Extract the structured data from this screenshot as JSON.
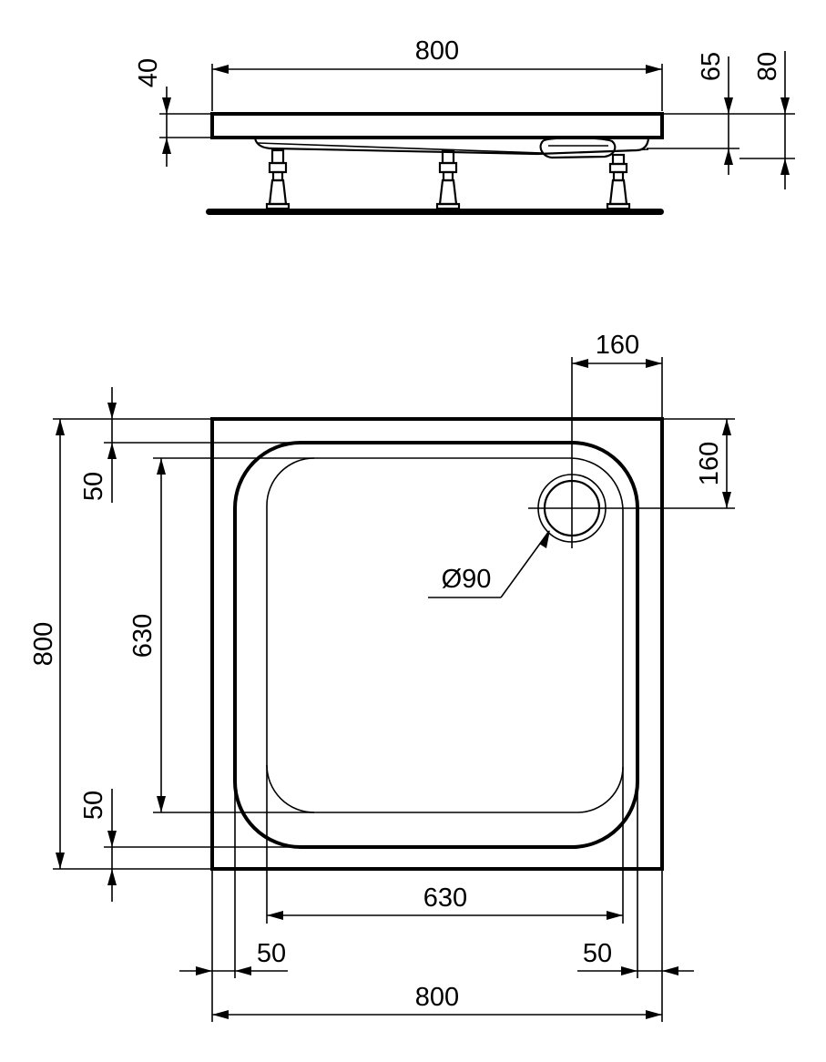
{
  "elevation": {
    "width_label": "800",
    "rim_label": "40",
    "drain_offset_label": "65",
    "total_height_label": "80"
  },
  "plan": {
    "drain_x_label": "160",
    "drain_y_label": "160",
    "drain_diameter_label": "Ø90",
    "height_label": "800",
    "inner_height_label": "630",
    "top_margin_label": "50",
    "bottom_margin_label": "50",
    "inner_width_label": "630",
    "left_margin_label": "50",
    "right_margin_label": "50",
    "width_label": "800"
  }
}
